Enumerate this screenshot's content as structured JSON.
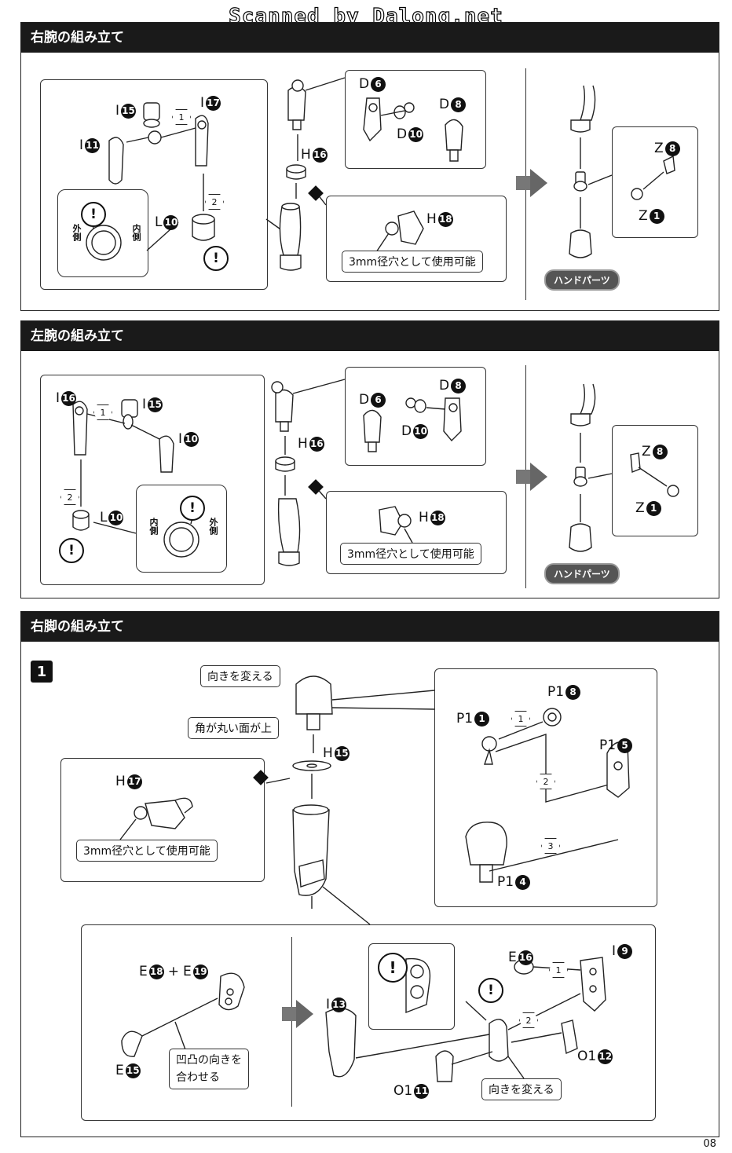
{
  "watermark": "Scanned by Dalong.net",
  "page_number": "08",
  "sections": [
    {
      "title": "右腕の組み立て"
    },
    {
      "title": "左腕の組み立て"
    },
    {
      "title": "右脚の組み立て"
    }
  ],
  "arm": {
    "note_3mm": "3mm径穴として使用可能",
    "hand_parts": "ハンドパーツ",
    "outer": "外側",
    "inner": "内側"
  },
  "leg": {
    "step_number": "1",
    "note_turn": "向きを変える",
    "note_round_up": "角が丸い面が上",
    "note_3mm": "3mm径穴として使用可能",
    "note_align": "凹凸の向きを合わせる",
    "note_turn2": "向きを変える"
  },
  "common": {
    "plus": "+",
    "warn": "!"
  },
  "parts": {
    "I": "I",
    "L": "L",
    "D": "D",
    "H": "H",
    "Z": "Z",
    "P1": "P1",
    "E": "E",
    "O1": "O1",
    "n1": "1",
    "n2": "2",
    "n3": "3",
    "n4": "4",
    "n5": "5",
    "n6": "6",
    "n8": "8",
    "n9": "9",
    "n10": "10",
    "n11": "11",
    "n12": "12",
    "n13": "13",
    "n15": "15",
    "n16": "16",
    "n17": "17",
    "n18": "18",
    "n19": "19"
  }
}
